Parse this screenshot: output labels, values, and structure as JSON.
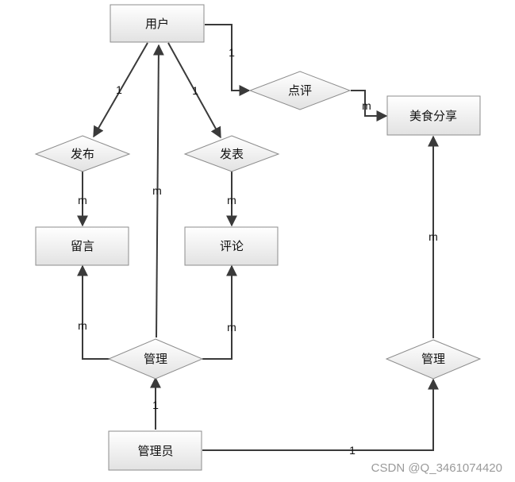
{
  "entities": {
    "user": "用户",
    "food_share": "美食分享",
    "message": "留言",
    "comment": "评论",
    "admin": "管理员"
  },
  "relations": {
    "review": "点评",
    "publish": "发布",
    "post": "发表",
    "manage_left": "管理",
    "manage_right": "管理"
  },
  "cardinality": {
    "user_review": "1",
    "review_food": "m",
    "user_publish": "1",
    "publish_message": "m",
    "manage_user": "m",
    "user_post": "1",
    "post_comment": "m",
    "manage_message": "m",
    "manage_comment": "m",
    "admin_manage_left": "1",
    "admin_manage_right": "1",
    "manage_food": "m"
  },
  "watermark": "CSDN @Q_3461074420",
  "colors": {
    "box_top": "#ffffff",
    "box_bottom": "#e4e4e4",
    "border": "#8c8c8c",
    "line": "#3a3a3a",
    "watermark": "#9a9a9a"
  }
}
